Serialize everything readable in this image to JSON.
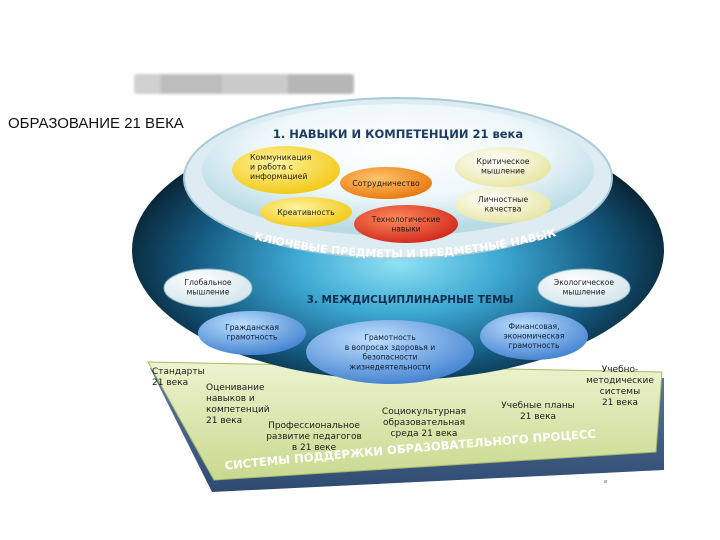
{
  "page": {
    "title": "ОБРАЗОВАНИЕ 21 ВЕКА"
  },
  "diagram": {
    "section1_title": "1. НАВЫКИ И КОМПЕТЕНЦИИ 21 века",
    "section2_title": "2. КЛЮЧЕВЫЕ ПРЕДМЕТЫ И ПРЕДМЕТНЫЕ НАВЫКИ",
    "section3_title": "3. МЕЖДИСЦИПЛИНАРНЫЕ ТЕМЫ",
    "section4_title": "4. СИСТЕМЫ ПОДДЕРЖКИ ОБРАЗОВАТЕЛЬНОГО ПРОЦЕССА",
    "skills": {
      "communication": [
        "Коммуникация",
        "и работа с",
        "информацией"
      ],
      "cooperation": [
        "Сотрудничество"
      ],
      "creativity": [
        "Креативность"
      ],
      "tech_skills": [
        "Технологические",
        "навыки"
      ],
      "critical": [
        "Критическое",
        "мышление"
      ],
      "personal": [
        "Личностные",
        "качества"
      ]
    },
    "themes": {
      "global": [
        "Глобальное",
        "мышление"
      ],
      "ecological": [
        "Экологическое",
        "мышление"
      ],
      "civic": [
        "Гражданская",
        "грамотность"
      ],
      "financial": [
        "Финансовая,",
        "экономическая",
        "грамотность"
      ],
      "health": [
        "Грамотность",
        "в вопросах здоровья и",
        "безопасности",
        "жизнедеятельности"
      ]
    },
    "support": {
      "standards": [
        "Стандарты",
        "21 века"
      ],
      "assessment": [
        "Оценивание",
        "навыков и",
        "компетенций",
        "21 века"
      ],
      "prof_dev": [
        "Профессиональное",
        "развитие педагогов",
        "в 21 веке"
      ],
      "env": [
        "Социокультурная",
        "образовательная",
        "среда 21 века"
      ],
      "curricula": [
        "Учебные планы",
        "21 века"
      ],
      "methodical": [
        "Учебно-",
        "методические",
        "системы",
        "21 века"
      ]
    }
  },
  "colors": {
    "bowl_outer": "#0b2a3c",
    "bowl_glow": "#6fd0ee",
    "rim_fill": "#e6f2f6",
    "yellow_node": "#f6d11b",
    "orange_node": "#f08a15",
    "red_node": "#e0301a",
    "pale_yellow_node": "#f2f0b6",
    "blue_node": "#4f8fd8",
    "white_node": "#f2f6f8",
    "platform_green": "#dfe9b8"
  }
}
